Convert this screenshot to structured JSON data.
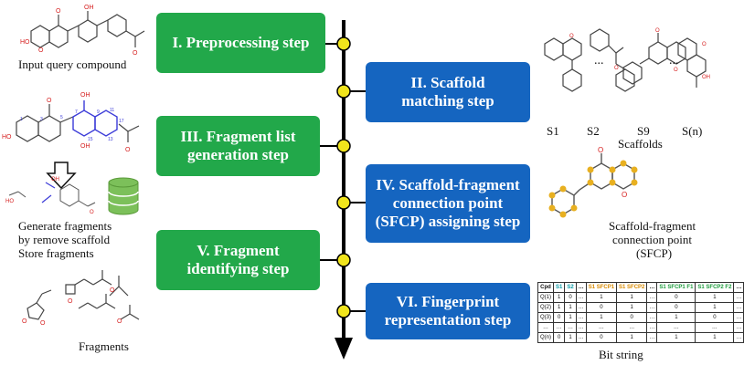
{
  "steps": {
    "s1": "I. Preprocessing step",
    "s2": "II. Scaffold matching step",
    "s3": "III. Fragment list generation step",
    "s4": "IV. Scaffold-fragment connection point (SFCP) assigning step",
    "s5": "V. Fragment identifying step",
    "s6": "VI. Fingerprint representation step"
  },
  "labels": {
    "input_query": "Input query compound",
    "generate_line1": "Generate fragments",
    "generate_line2": "by remove scaffold",
    "generate_line3": "Store fragments",
    "fragments": "Fragments",
    "s1": "S1",
    "s2": "S2",
    "s9": "S9",
    "sn": "S(n)",
    "dots": "…",
    "scaffolds": "Scaffolds",
    "sfcp_line1": "Scaffold-fragment",
    "sfcp_line2": "connection point",
    "sfcp_line3": "(SFCP)",
    "bit_string": "Bit string"
  },
  "bit_table": {
    "header": [
      "Cpd",
      "S1",
      "S2",
      "…",
      "S1_SFCP1",
      "S1_SFCP2",
      "…",
      "S1_SFCP1_F1",
      "S1_SFCP2_F2",
      "…"
    ],
    "rows": [
      [
        "Q(1)",
        "1",
        "0",
        "…",
        "1",
        "1",
        "…",
        "0",
        "1",
        "…"
      ],
      [
        "Q(2)",
        "1",
        "1",
        "…",
        "0",
        "1",
        "…",
        "0",
        "1",
        "…"
      ],
      [
        "Q(3)",
        "0",
        "1",
        "…",
        "1",
        "0",
        "…",
        "1",
        "0",
        "…"
      ],
      [
        "…",
        "…",
        "…",
        "…",
        "…",
        "…",
        "…",
        "…",
        "…",
        "…"
      ],
      [
        "Q(n)",
        "0",
        "1",
        "…",
        "0",
        "1",
        "…",
        "1",
        "1",
        "…"
      ]
    ]
  },
  "colors": {
    "green_box": "#22a84a",
    "blue_box": "#1565c0",
    "timeline_node": "#f1e51c",
    "sfcp_dot": "#e8b020",
    "molecule": "#444444",
    "oxygen": "#d62020",
    "fragment_highlight": "#3b3bd8",
    "database": "#7cc05a"
  }
}
